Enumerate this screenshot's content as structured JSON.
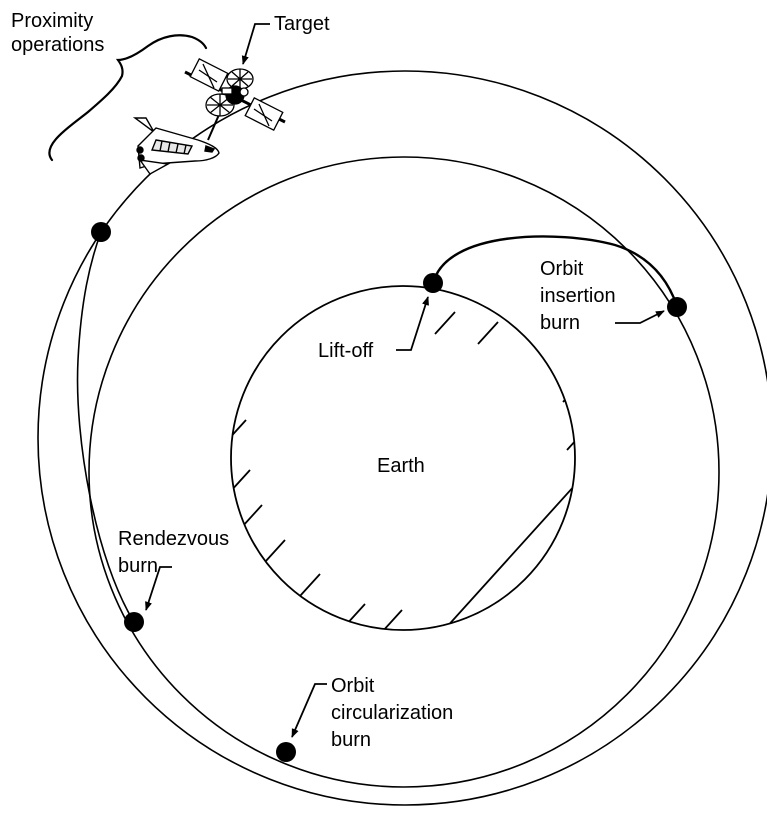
{
  "labels": {
    "proximity_line1": "Proximity",
    "proximity_line2": "operations",
    "target": "Target",
    "orbit_insertion_line1": "Orbit",
    "orbit_insertion_line2": "insertion",
    "orbit_insertion_line3": "burn",
    "liftoff": "Lift-off",
    "earth": "Earth",
    "rendezvous_line1": "Rendezvous",
    "rendezvous_line2": "burn",
    "circularization_line1": "Orbit",
    "circularization_line2": "circularization",
    "circularization_line3": "burn"
  },
  "colors": {
    "ink": "#000000",
    "background": "#ffffff"
  },
  "icons": [
    "space-shuttle-icon",
    "satellite-target-icon"
  ]
}
